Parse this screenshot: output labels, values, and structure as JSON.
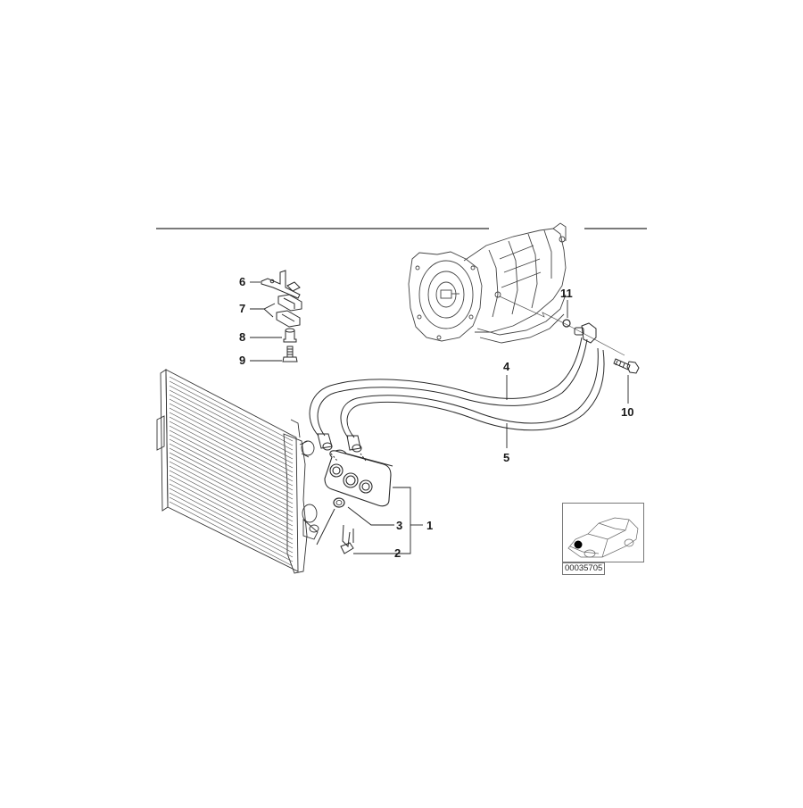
{
  "diagram": {
    "type": "exploded parts diagram",
    "subject": "Transmission oil cooler and lines",
    "callouts": [
      {
        "id": "1",
        "label": "1"
      },
      {
        "id": "2",
        "label": "2"
      },
      {
        "id": "3",
        "label": "3"
      },
      {
        "id": "4",
        "label": "4"
      },
      {
        "id": "5",
        "label": "5"
      },
      {
        "id": "6",
        "label": "6"
      },
      {
        "id": "7",
        "label": "7"
      },
      {
        "id": "8",
        "label": "8"
      },
      {
        "id": "9",
        "label": "9"
      },
      {
        "id": "10",
        "label": "10"
      },
      {
        "id": "11",
        "label": "11"
      }
    ],
    "components": [
      "radiator",
      "transmission",
      "oil-cooler",
      "oil-cooler-lines",
      "mounting-bracket",
      "clips",
      "bushing",
      "bolt",
      "seal-ring",
      "hollow-bolt",
      "gasket",
      "vehicle-locator-thumbnail"
    ],
    "reference_code": "00035705"
  },
  "colors": {
    "line": "#2a2a2a",
    "light_line": "#888888",
    "background": "#ffffff",
    "locator_dot": "#000000"
  }
}
